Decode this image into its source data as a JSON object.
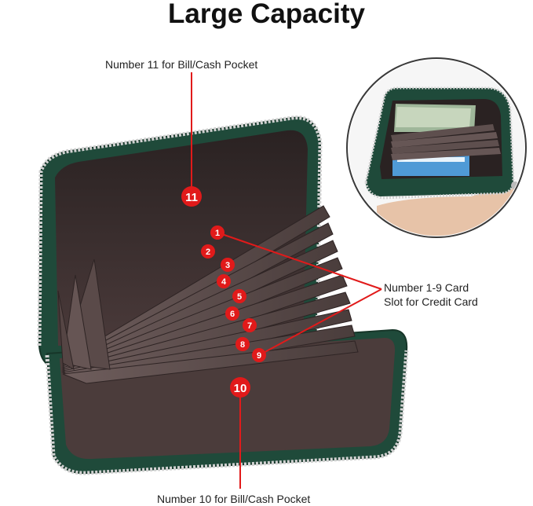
{
  "title": "Large Capacity",
  "labels": {
    "bill_cash_top": "Number 11 for Bill/Cash Pocket",
    "card_slots_line1": "Number 1-9 Card",
    "card_slots_line2": "Slot for Credit Card",
    "bill_cash_bottom": "Number 10 for Bill/Cash Pocket"
  },
  "markers": [
    "1",
    "2",
    "3",
    "4",
    "5",
    "6",
    "7",
    "8",
    "9",
    "10",
    "11"
  ],
  "colors": {
    "leather": "#1f4a3a",
    "lining": "#3a3030",
    "marker": "#e11a1a",
    "zipper": "#c9c9c9"
  }
}
